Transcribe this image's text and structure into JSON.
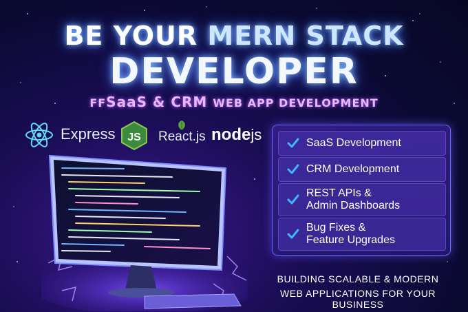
{
  "headline": {
    "line1_part1": "BE YOUR",
    "line1_part2": "MERN STACK",
    "line2": "DEVELOPER",
    "line3_prefix": "FF",
    "line3_main": "SaaS & CRM",
    "line3_suffix": "WEB APP DEVELOPMENT"
  },
  "logos": {
    "express": "Express",
    "react": "React.js",
    "node_left": "node",
    "node_right": "js",
    "js_badge": "JS"
  },
  "features": [
    {
      "label_line1": "SaaS Development",
      "label_line2": ""
    },
    {
      "label_line1": "CRM Development",
      "label_line2": ""
    },
    {
      "label_line1": "REST APIs &",
      "label_line2": "Admin Dashboards"
    },
    {
      "label_line1": "Bug Fixes &",
      "label_line2": "Feature Upgrades"
    }
  ],
  "tagline": {
    "line1": "BUILDING SCALABLE & MODERN",
    "line2": "WEB APPLICATIONS FOR YOUR BUSINESS"
  },
  "colors": {
    "check": "#3fb6ff",
    "accent": "#e7b8ff",
    "react": "#61dafb",
    "node_green": "#8cc84b"
  }
}
